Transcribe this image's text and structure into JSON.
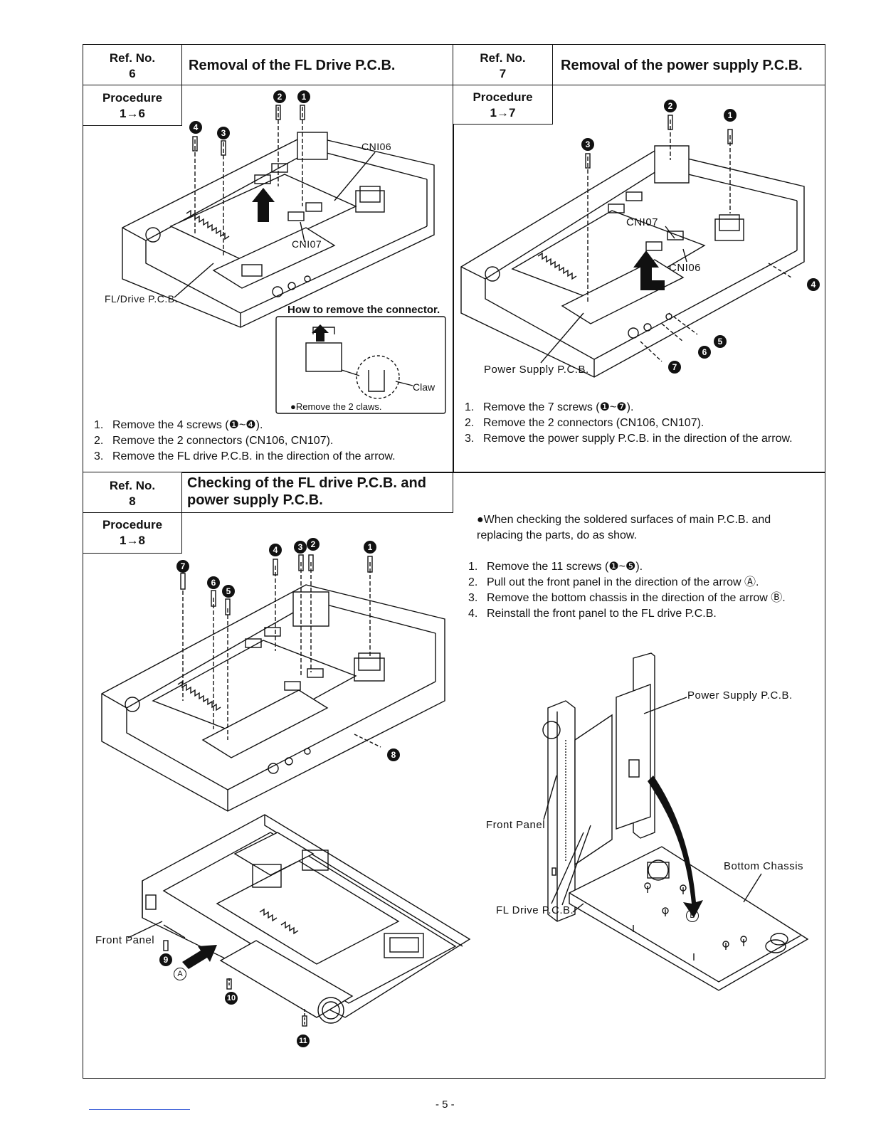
{
  "sec6": {
    "ref_label": "Ref. No.",
    "ref_no": "6",
    "title": "Removal of the FL Drive P.C.B.",
    "proc_label": "Procedure",
    "proc_range": "1→6",
    "labels": {
      "cn106": "CNI06",
      "cn107": "CNI07",
      "pcb": "FL/Drive P.C.B."
    },
    "inset_title": "How to remove the connector.",
    "inset_claw": "Claw",
    "inset_note": "●Remove the 2 claws.",
    "steps": [
      {
        "n": "1.",
        "pre": "Remove the 4 screws (",
        "range": "❶~❹",
        "post": ")."
      },
      {
        "n": "2.",
        "pre": "Remove the 2 connectors (CN106, CN107).",
        "range": "",
        "post": ""
      },
      {
        "n": "3.",
        "pre": "Remove the FL drive P.C.B. in the direction of the arrow.",
        "range": "",
        "post": ""
      }
    ],
    "callouts": [
      "2",
      "1",
      "4",
      "3"
    ]
  },
  "sec7": {
    "ref_label": "Ref. No.",
    "ref_no": "7",
    "title": "Removal of the power supply P.C.B.",
    "proc_label": "Procedure",
    "proc_range": "1→7",
    "labels": {
      "cn107": "CNI07",
      "cn106": "CNI06",
      "pcb": "Power Supply P.C.B."
    },
    "steps": [
      {
        "n": "1.",
        "pre": "Remove the 7 screws (",
        "range": "❶~❼",
        "post": ")."
      },
      {
        "n": "2.",
        "pre": "Remove the 2 connectors (CN106, CN107).",
        "range": "",
        "post": ""
      },
      {
        "n": "3.",
        "pre": "Remove the power supply P.C.B. in the direction of the arrow.",
        "range": "",
        "post": ""
      }
    ],
    "callouts": [
      "2",
      "1",
      "3",
      "4",
      "5",
      "6",
      "7"
    ]
  },
  "sec8": {
    "ref_label": "Ref. No.",
    "ref_no": "8",
    "title_line1": "Checking of the FL drive P.C.B. and",
    "title_line2": "power supply P.C.B.",
    "proc_label": "Procedure",
    "proc_range": "1→8",
    "note": "●When checking the soldered surfaces of main P.C.B. and replacing the parts, do as show.",
    "steps": [
      {
        "n": "1.",
        "text": "Remove the 11 screws (❶~❺)."
      },
      {
        "n": "2.",
        "text": "Pull out the front panel in the direction of the arrow Ⓐ."
      },
      {
        "n": "3.",
        "text": "Remove the bottom chassis in the direction of the arrow Ⓑ."
      },
      {
        "n": "4.",
        "text": "Reinstall the front panel to the FL drive P.C.B."
      }
    ],
    "labels": {
      "front_panel_left": "Front Panel",
      "power_supply": "Power Supply P.C.B.",
      "front_panel_right": "Front Panel",
      "bottom_chassis": "Bottom Chassis",
      "fl_drive": "FL Drive P.C.B.",
      "arrow_a": "A",
      "arrow_b": "B"
    },
    "callouts": [
      "4",
      "3",
      "2",
      "1",
      "7",
      "6",
      "5",
      "8",
      "9",
      "10",
      "11"
    ]
  },
  "footer": {
    "page": "- 5 -"
  }
}
